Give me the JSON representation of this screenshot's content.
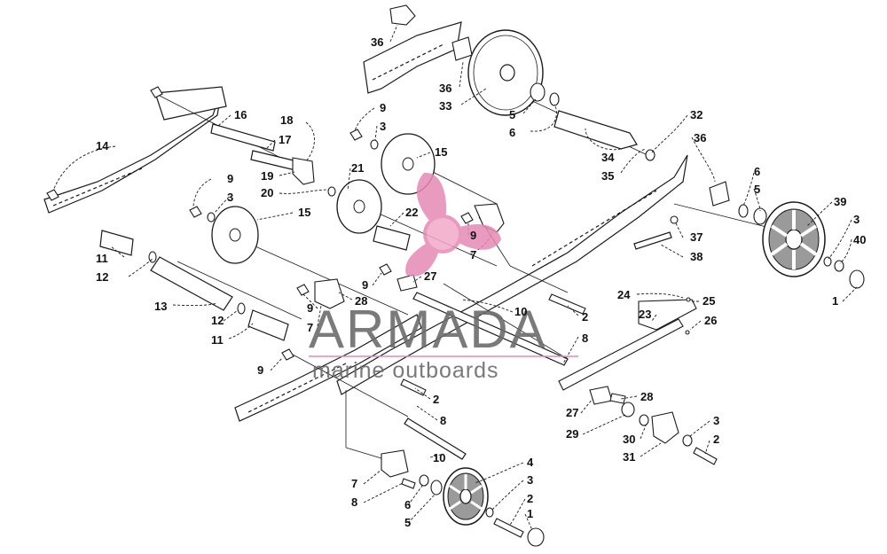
{
  "colors": {
    "line": "#1a1a1a",
    "part_fill": "#ffffff",
    "shade": "#9a9a9a",
    "watermark_text": "#6b6b6b",
    "watermark_accent": "#e58ab5"
  },
  "watermark": {
    "title": "ARMADA",
    "subtitle": "marine outboards",
    "icon": "propeller-logo-icon"
  },
  "callouts": [
    {
      "id": "c36a",
      "text": "36"
    },
    {
      "id": "c36b",
      "text": "36"
    },
    {
      "id": "c33",
      "text": "33"
    },
    {
      "id": "c5a",
      "text": "5"
    },
    {
      "id": "c6a",
      "text": "6"
    },
    {
      "id": "c32",
      "text": "32"
    },
    {
      "id": "c36c",
      "text": "36"
    },
    {
      "id": "c34",
      "text": "34"
    },
    {
      "id": "c35",
      "text": "35"
    },
    {
      "id": "c6b",
      "text": "6"
    },
    {
      "id": "c5b",
      "text": "5"
    },
    {
      "id": "c39",
      "text": "39"
    },
    {
      "id": "c3a",
      "text": "3"
    },
    {
      "id": "c40",
      "text": "40"
    },
    {
      "id": "c1a",
      "text": "1"
    },
    {
      "id": "c37",
      "text": "37"
    },
    {
      "id": "c38",
      "text": "38"
    },
    {
      "id": "c16",
      "text": "16"
    },
    {
      "id": "c17",
      "text": "17"
    },
    {
      "id": "c18",
      "text": "18"
    },
    {
      "id": "c14",
      "text": "14"
    },
    {
      "id": "c19",
      "text": "19"
    },
    {
      "id": "c20",
      "text": "20"
    },
    {
      "id": "c21",
      "text": "21"
    },
    {
      "id": "c9a",
      "text": "9"
    },
    {
      "id": "c3b",
      "text": "3"
    },
    {
      "id": "c15a",
      "text": "15"
    },
    {
      "id": "c9b",
      "text": "9"
    },
    {
      "id": "c3c",
      "text": "3"
    },
    {
      "id": "c15b",
      "text": "15"
    },
    {
      "id": "c22",
      "text": "22"
    },
    {
      "id": "c9c",
      "text": "9"
    },
    {
      "id": "c7a",
      "text": "7"
    },
    {
      "id": "c11a",
      "text": "11"
    },
    {
      "id": "c12a",
      "text": "12"
    },
    {
      "id": "c9d",
      "text": "9"
    },
    {
      "id": "c27a",
      "text": "27"
    },
    {
      "id": "c13",
      "text": "13"
    },
    {
      "id": "c28a",
      "text": "28"
    },
    {
      "id": "c9e",
      "text": "9"
    },
    {
      "id": "c7b",
      "text": "7"
    },
    {
      "id": "c12b",
      "text": "12"
    },
    {
      "id": "c11b",
      "text": "11"
    },
    {
      "id": "c10a",
      "text": "10"
    },
    {
      "id": "c2a",
      "text": "2"
    },
    {
      "id": "c8a",
      "text": "8"
    },
    {
      "id": "c24",
      "text": "24"
    },
    {
      "id": "c25",
      "text": "25"
    },
    {
      "id": "c23",
      "text": "23"
    },
    {
      "id": "c26",
      "text": "26"
    },
    {
      "id": "c9f",
      "text": "9"
    },
    {
      "id": "c2b",
      "text": "2"
    },
    {
      "id": "c8b",
      "text": "8"
    },
    {
      "id": "c28b",
      "text": "28"
    },
    {
      "id": "c27b",
      "text": "27"
    },
    {
      "id": "c29",
      "text": "29"
    },
    {
      "id": "c3d",
      "text": "3"
    },
    {
      "id": "c30",
      "text": "30"
    },
    {
      "id": "c2c",
      "text": "2"
    },
    {
      "id": "c31",
      "text": "31"
    },
    {
      "id": "c10b",
      "text": "10"
    },
    {
      "id": "c4",
      "text": "4"
    },
    {
      "id": "c3e",
      "text": "3"
    },
    {
      "id": "c7c",
      "text": "7"
    },
    {
      "id": "c8c",
      "text": "8"
    },
    {
      "id": "c2d",
      "text": "2"
    },
    {
      "id": "c6c",
      "text": "6"
    },
    {
      "id": "c1b",
      "text": "1"
    },
    {
      "id": "c5c",
      "text": "5"
    }
  ]
}
